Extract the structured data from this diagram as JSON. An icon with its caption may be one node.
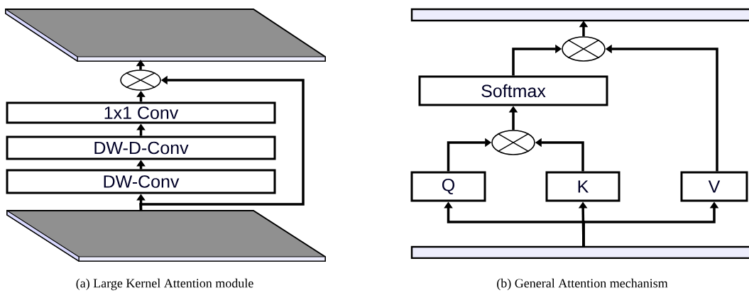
{
  "diagram": {
    "nodes": [
      {
        "text": [],
        "shape": "plate"
      },
      {
        "text": [
          "DW-Conv"
        ]
      },
      {
        "text": [
          "DW-D-Conv"
        ]
      },
      {
        "text": [
          "1x1 Conv"
        ]
      },
      {
        "text": [],
        "shape": "circle"
      },
      {
        "text": [],
        "shape": "plate"
      },
      {
        "text": [],
        "shape": "bar"
      },
      {
        "text": [
          "Q"
        ]
      },
      {
        "text": [
          "K"
        ]
      },
      {
        "text": [
          "V"
        ]
      },
      {
        "text": [],
        "shape": "circle"
      },
      {
        "text": [
          "Softmax"
        ]
      },
      {
        "text": [],
        "shape": "circle"
      },
      {
        "text": [],
        "shape": "bar"
      }
    ],
    "edges": [
      {
        "from": 5,
        "to": 1,
        "arrow": "to"
      },
      {
        "from": 5,
        "to": 4,
        "arrow": "to"
      },
      {
        "from": 1,
        "to": 2,
        "arrow": "to"
      },
      {
        "from": 2,
        "to": 3,
        "arrow": "to"
      },
      {
        "from": 3,
        "to": 4,
        "arrow": "to"
      },
      {
        "from": 4,
        "to": 0,
        "arrow": "to"
      },
      {
        "from": 13,
        "to": 7,
        "arrow": "to"
      },
      {
        "from": 13,
        "to": 8,
        "arrow": "to"
      },
      {
        "from": 13,
        "to": 9,
        "arrow": "to"
      },
      {
        "from": 7,
        "to": 10,
        "arrow": "to"
      },
      {
        "from": 8,
        "to": 10,
        "arrow": "to"
      },
      {
        "from": 10,
        "to": 11,
        "arrow": "to"
      },
      {
        "from": 11,
        "to": 12,
        "arrow": "to"
      },
      {
        "from": 9,
        "to": 12,
        "arrow": "to"
      },
      {
        "from": 12,
        "to": 6,
        "arrow": "to"
      }
    ],
    "labels": [
      "(a) Large Kernel Attention module",
      "(b) General Attention mechanism"
    ]
  }
}
